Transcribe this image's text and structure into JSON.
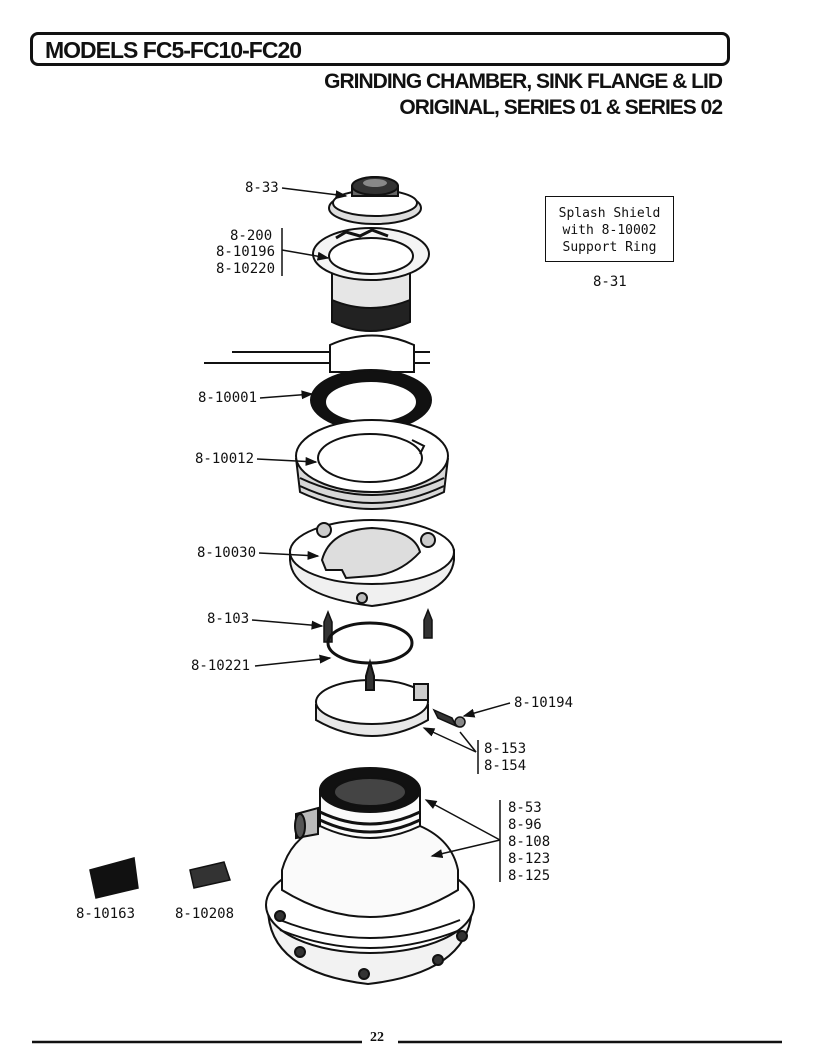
{
  "header": {
    "title": "MODELS FC5-FC10-FC20",
    "subtitle_line1": "GRINDING CHAMBER, SINK FLANGE & LID",
    "subtitle_line2": "ORIGINAL, SERIES 01 & SERIES 02"
  },
  "note": {
    "line1": "Splash Shield",
    "line2": "with 8-10002",
    "line3": "Support Ring",
    "part": "8-31"
  },
  "parts": {
    "p833": "8-33",
    "p8200": "8-200",
    "p810196": "8-10196",
    "p810220": "8-10220",
    "p810001": "8-10001",
    "p810012": "8-10012",
    "p810030": "8-10030",
    "p8103": "8-103",
    "p810221": "8-10221",
    "p810194": "8-10194",
    "p8153": "8-153",
    "p8154": "8-154",
    "p853": "8-53",
    "p896": "8-96",
    "p8108": "8-108",
    "p8123": "8-123",
    "p8125": "8-125",
    "p810163": "8-10163",
    "p810208": "8-10208"
  },
  "footer": {
    "page_number": "22"
  }
}
